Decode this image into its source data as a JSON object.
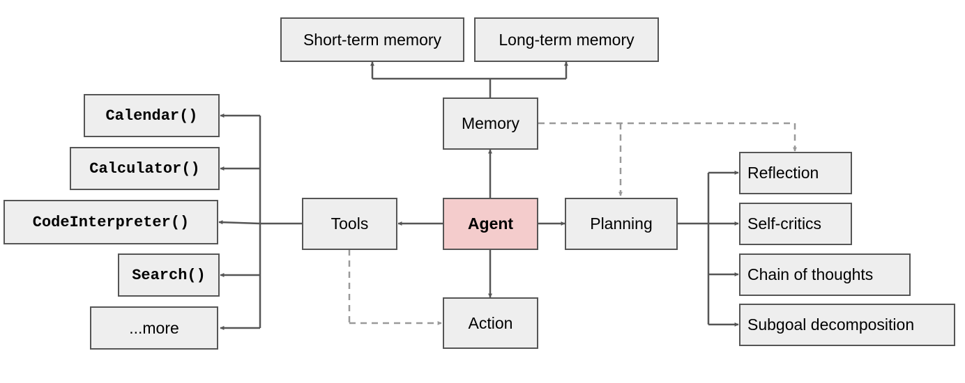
{
  "nodes": {
    "short_term_memory": "Short-term memory",
    "long_term_memory": "Long-term memory",
    "memory": "Memory",
    "agent": "Agent",
    "tools": "Tools",
    "planning": "Planning",
    "action": "Action",
    "calendar": "Calendar()",
    "calculator": "Calculator()",
    "code_interpreter": "CodeInterpreter()",
    "search": "Search()",
    "more": "...more",
    "reflection": "Reflection",
    "self_critics": "Self-critics",
    "chain_of_thoughts": "Chain of thoughts",
    "subgoal_decomposition": "Subgoal decomposition"
  },
  "colors": {
    "box_fill": "#eeeeee",
    "box_border": "#555555",
    "agent_fill": "#f4cccc",
    "solid_edge": "#555555",
    "dashed_edge": "#999999"
  }
}
